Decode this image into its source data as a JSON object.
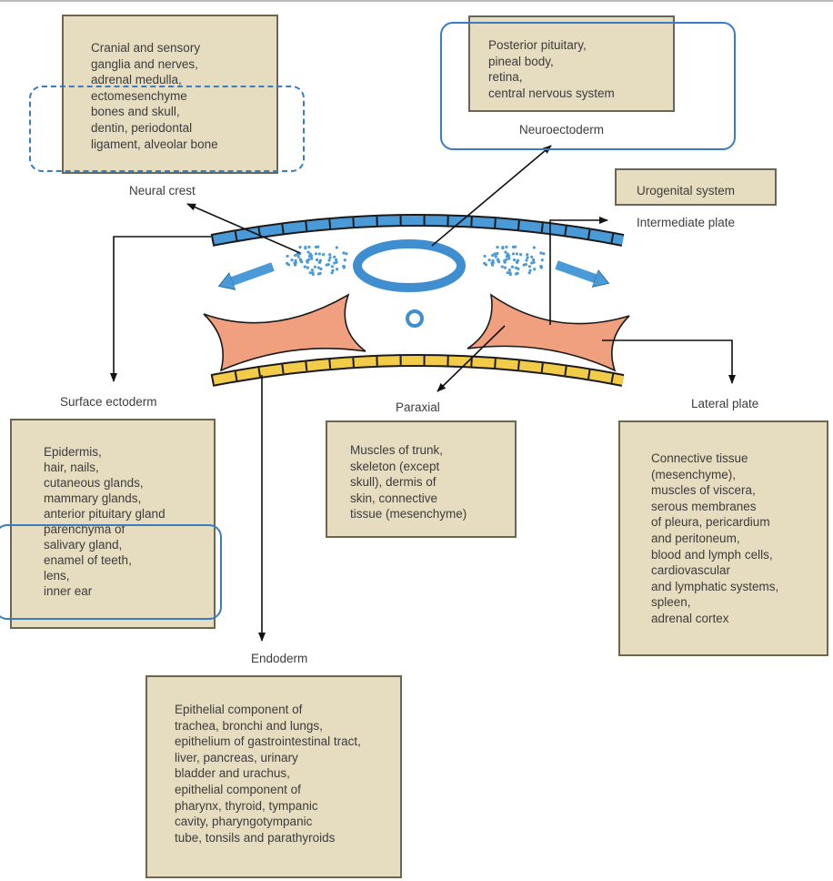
{
  "colors": {
    "box_fill": "#e6dcc0",
    "ectoderm": "#4a9ad8",
    "endoderm": "#f2cc48",
    "mesoderm": "#f0a07e",
    "highlight": "#3a7cc2"
  },
  "neural_crest": {
    "label": "Neural crest",
    "lines": [
      "Cranial and sensory",
      "ganglia and nerves,",
      "adrenal medulla,",
      "ectomesenchyme",
      "bones and skull,",
      "dentin, periodontal",
      "ligament, alveolar bone"
    ]
  },
  "neuroectoderm": {
    "label": "Neuroectoderm",
    "lines": [
      "Posterior pituitary,",
      "pineal body,",
      "retina,",
      "central nervous system"
    ]
  },
  "intermediate_plate": {
    "label": "Intermediate plate",
    "lines": [
      "Urogenital system"
    ]
  },
  "surface_ectoderm": {
    "label": "Surface ectoderm",
    "lines": [
      "Epidermis,",
      "hair, nails,",
      "cutaneous glands,",
      "mammary glands,",
      "anterior pituitary gland",
      "parenchyma of",
      "salivary gland,",
      "enamel of teeth,",
      "lens,",
      "inner ear"
    ]
  },
  "paraxial": {
    "label": "Paraxial",
    "lines": [
      "Muscles of trunk,",
      "skeleton (except",
      "skull), dermis of",
      "skin, connective",
      "tissue (mesenchyme)"
    ]
  },
  "lateral_plate": {
    "label": "Lateral plate",
    "lines": [
      "Connective tissue",
      "(mesenchyme),",
      "muscles of viscera,",
      "serous membranes",
      "of pleura, pericardium",
      "and peritoneum,",
      "blood and lymph cells,",
      "cardiovascular",
      "and lymphatic systems,",
      "spleen,",
      "adrenal cortex"
    ]
  },
  "endoderm": {
    "label": "Endoderm",
    "lines": [
      "Epithelial component of",
      "trachea, bronchi and lungs,",
      "epithelium of gastrointestinal tract,",
      "liver, pancreas, urinary",
      "bladder and urachus,",
      "epithelial component of",
      "pharynx, thyroid, tympanic",
      "cavity, pharyngotympanic",
      "tube, tonsils and parathyroids"
    ]
  }
}
